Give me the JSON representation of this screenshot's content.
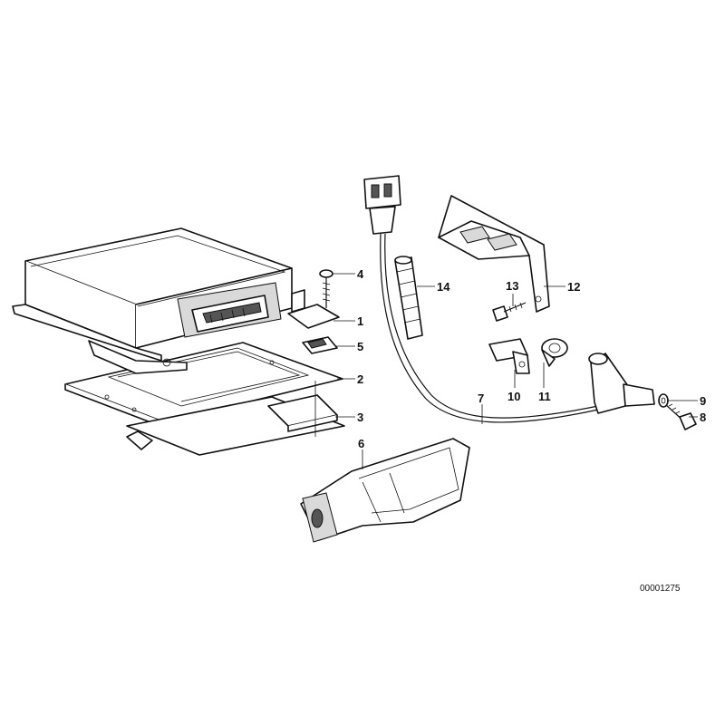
{
  "diagram": {
    "reference_number": "00001275",
    "callouts": [
      {
        "id": "1",
        "label": "1"
      },
      {
        "id": "2",
        "label": "2"
      },
      {
        "id": "3",
        "label": "3"
      },
      {
        "id": "4",
        "label": "4"
      },
      {
        "id": "5",
        "label": "5"
      },
      {
        "id": "6",
        "label": "6"
      },
      {
        "id": "7",
        "label": "7"
      },
      {
        "id": "8",
        "label": "8"
      },
      {
        "id": "9",
        "label": "9"
      },
      {
        "id": "10",
        "label": "10"
      },
      {
        "id": "11",
        "label": "11"
      },
      {
        "id": "12",
        "label": "12"
      },
      {
        "id": "13",
        "label": "13"
      },
      {
        "id": "14",
        "label": "14"
      }
    ]
  }
}
